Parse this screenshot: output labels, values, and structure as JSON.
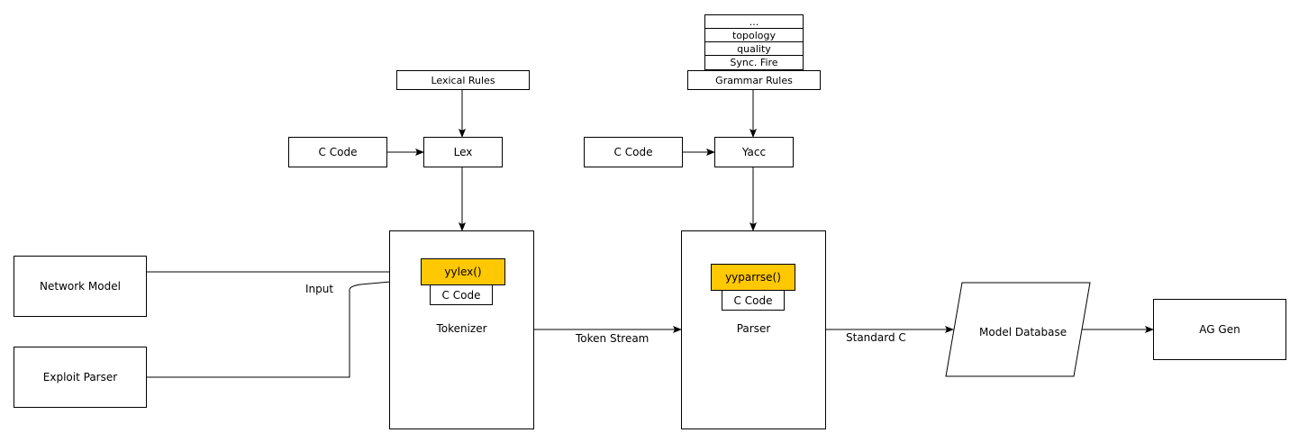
{
  "lex_side": {
    "rules": "Lexical Rules",
    "c_code": "C Code",
    "tool": "Lex"
  },
  "yacc_side": {
    "stack": [
      "...",
      "topology",
      "quality",
      "Sync. Fire"
    ],
    "rules": "Grammar Rules",
    "c_code": "C Code",
    "tool": "Yacc"
  },
  "inputs": {
    "network_model": "Network Model",
    "exploit_parser": "Exploit Parser",
    "input_label": "Input"
  },
  "tokenizer": {
    "function": "yylex()",
    "c_code": "C Code",
    "label": "Tokenizer"
  },
  "parser": {
    "function": "yyparrse()",
    "c_code": "C Code",
    "label": "Parser"
  },
  "edges": {
    "token_stream": "Token Stream",
    "standard_c": "Standard C"
  },
  "outputs": {
    "model_database": "Model Database",
    "ag_gen": "AG Gen"
  },
  "colors": {
    "highlight": "#ffc800",
    "stroke": "#000000"
  }
}
